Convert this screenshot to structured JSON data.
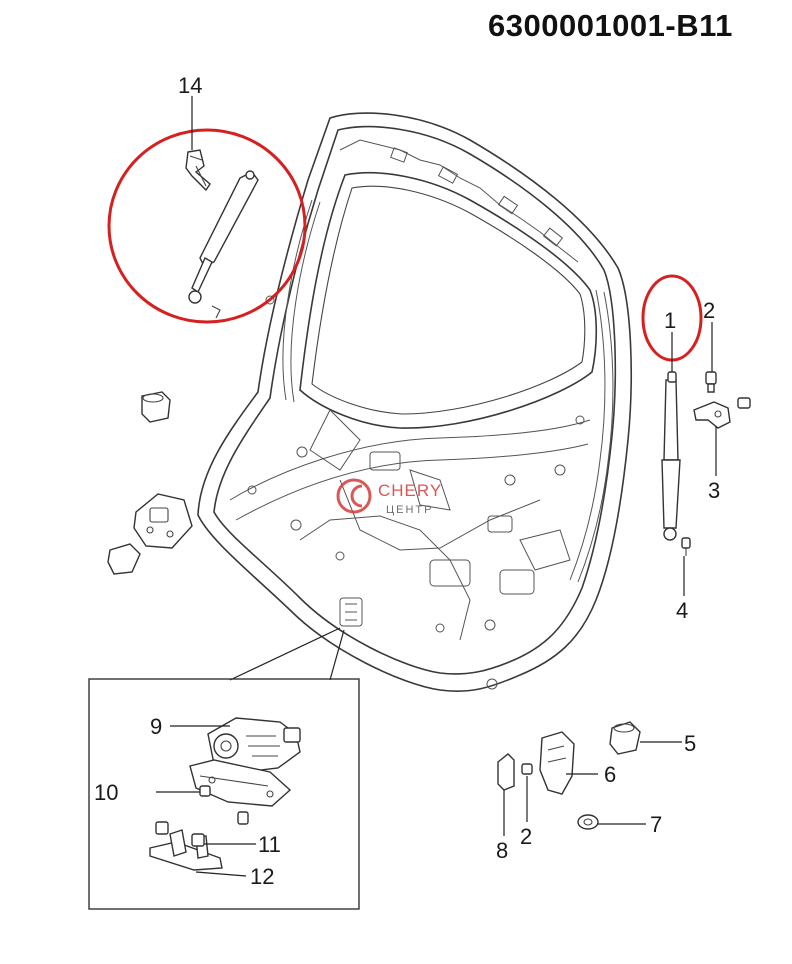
{
  "diagram": {
    "code": "6300001001-B11",
    "watermark": {
      "brand": "CHERY",
      "sub": "ЦЕНТР"
    },
    "highlight_color": "#d62020",
    "callouts": {
      "c14": "14",
      "c1": "1",
      "c2a": "2",
      "c3": "3",
      "c4": "4",
      "c5": "5",
      "c6": "6",
      "c7": "7",
      "c8": "8",
      "c2b": "2",
      "c9": "9",
      "c10": "10",
      "c11": "11",
      "c12": "12"
    }
  }
}
